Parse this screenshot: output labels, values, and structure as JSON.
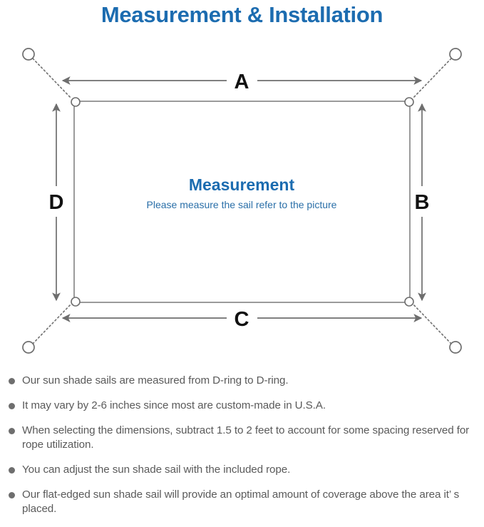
{
  "header": {
    "title": "Measurement & Installation",
    "title_color": "#1c6cb0"
  },
  "diagram": {
    "name": "sun-shade-sail-measurement-diagram",
    "center_title": "Measurement",
    "center_subtitle": "Please measure the sail refer to the picture",
    "center_title_color": "#1c6cb0",
    "center_subtitle_color": "#2a6fa8",
    "line_color": "#6e6e6e",
    "sail_border_color": "#7a7a7a",
    "labels": {
      "top": "A",
      "right": "B",
      "bottom": "C",
      "left": "D"
    },
    "elements": {
      "anchor_ring": "anchor-ring-icon",
      "d_ring": "d-ring-icon",
      "rope": "dotted-rope-line",
      "dimension_arrow": "double-headed-dimension-arrow"
    }
  },
  "notes": [
    {
      "text": "Our sun shade sails are measured from D-ring to D-ring."
    },
    {
      "text": "It may vary by 2-6 inches since most are custom-made in U.S.A."
    },
    {
      "text": "When selecting the dimensions, subtract 1.5 to 2 feet to account for some spacing reserved for rope utilization."
    },
    {
      "text": "You can adjust the sun shade sail with the included rope."
    },
    {
      "text": "Our flat-edged sun shade sail will provide an optimal amount of coverage above the area it’ s placed."
    }
  ]
}
